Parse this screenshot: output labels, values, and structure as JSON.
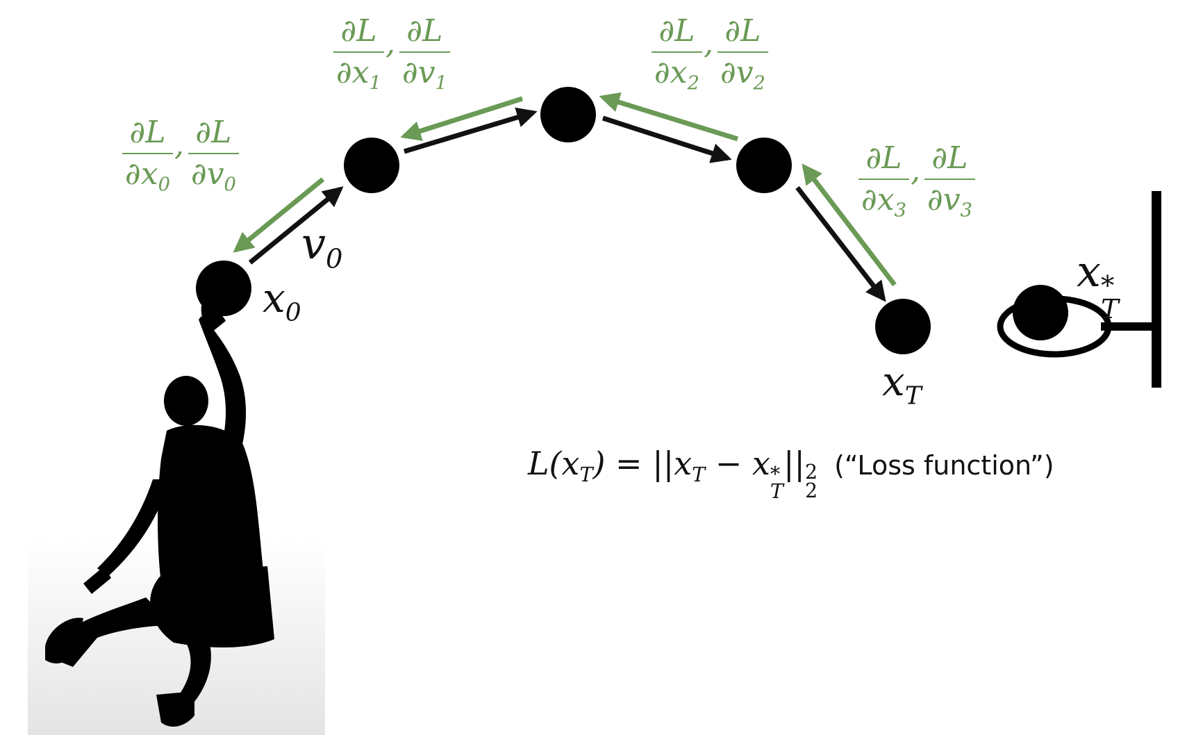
{
  "labels": {
    "x0": "x",
    "x0_sub": "0",
    "v0": "v",
    "v0_sub": "0",
    "xT": "x",
    "xT_sub": "T",
    "xTstar": "x",
    "xTstar_sup": "*",
    "xTstar_sub": "T"
  },
  "gradients": [
    {
      "num1": "∂L",
      "den1": "∂x",
      "sub1": "0",
      "num2": "∂L",
      "den2": "∂v",
      "sub2": "0",
      "comma": ","
    },
    {
      "num1": "∂L",
      "den1": "∂x",
      "sub1": "1",
      "num2": "∂L",
      "den2": "∂v",
      "sub2": "1",
      "comma": ","
    },
    {
      "num1": "∂L",
      "den1": "∂x",
      "sub1": "2",
      "num2": "∂L",
      "den2": "∂v",
      "sub2": "2",
      "comma": ","
    },
    {
      "num1": "∂L",
      "den1": "∂x",
      "sub1": "3",
      "num2": "∂L",
      "den2": "∂v",
      "sub2": "3",
      "comma": ","
    }
  ],
  "loss": {
    "lhs": "L(x",
    "lhs_sub": "T",
    "lhs_close": ") = ||x",
    "mid_sub": "T",
    "minus": " − x",
    "star": "*",
    "star_sub": "T",
    "norm": "||",
    "norm_sup": "2",
    "norm_sub": "2",
    "note": "(“Loss function”)"
  },
  "colors": {
    "gradient": "#6a9a55",
    "forward": "#111111",
    "ball": "#000000"
  }
}
